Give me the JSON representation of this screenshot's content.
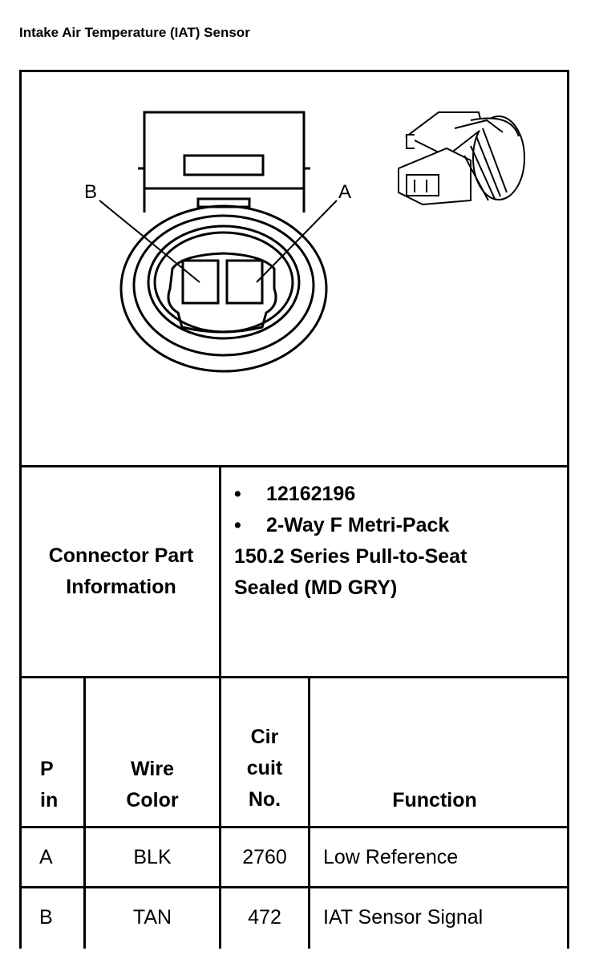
{
  "title": "Intake Air Temperature (IAT) Sensor",
  "diagram": {
    "label_a": "A",
    "label_b": "B"
  },
  "connector": {
    "label_line1": "Connector Part",
    "label_line2": "Information",
    "bullets": [
      "12162196",
      "2-Way F Metri-Pack"
    ],
    "desc_line1": "150.2 Series Pull-to-Seat",
    "desc_line2": "Sealed (MD GRY)"
  },
  "table": {
    "headers": {
      "pin_line1": "P",
      "pin_line2": "in",
      "wire_line1": "Wire",
      "wire_line2": "Color",
      "circuit_line1": "Cir",
      "circuit_line2": "cuit",
      "circuit_line3": "No.",
      "function": "Function"
    },
    "rows": [
      {
        "pin": "A",
        "wire_color": "BLK",
        "circuit": "2760",
        "function": "Low Reference"
      },
      {
        "pin": "B",
        "wire_color": "TAN",
        "circuit": "472",
        "function": "IAT Sensor Signal"
      }
    ]
  }
}
